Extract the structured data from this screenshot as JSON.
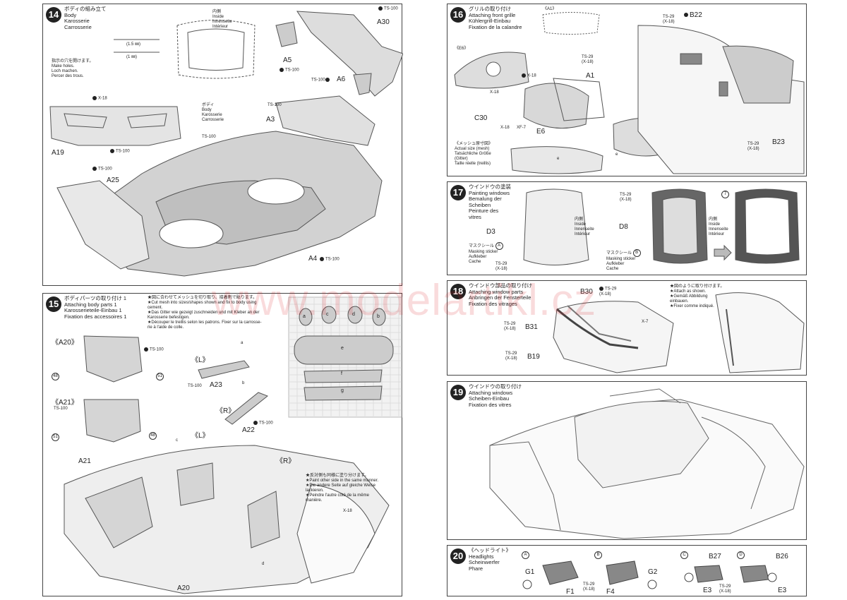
{
  "watermark": "www.modelartikl.cz",
  "steps": {
    "s14": {
      "num": "14",
      "title_jp": "ボディの組み立て",
      "title_en": "Body",
      "title_de": "Karosserie",
      "title_fr": "Carrosserie",
      "inside_jp": "内側",
      "inside_en": "Inside",
      "inside_de": "Innenseite",
      "inside_fr": "Intérieur",
      "hole1": "(1.5 ㎜)",
      "hole2": "(1 ㎜)",
      "holes_jp": "指示の穴を開けます。",
      "holes_en": "Make holes.",
      "holes_de": "Loch machen.",
      "holes_fr": "Percer des trous.",
      "body_jp": "ボディ",
      "body_en": "Body",
      "body_de": "Karosserie",
      "body_fr": "Carrosserie",
      "p_A30": "A30",
      "p_A5": "A5",
      "p_A6": "A6",
      "p_A3": "A3",
      "p_A19": "A19",
      "p_A25": "A25",
      "p_A4": "A4",
      "ts100": "TS-100",
      "x18": "X-18"
    },
    "s15": {
      "num": "15",
      "title_jp": "ボディパーツの取り付け 1",
      "title_en": "Attaching body parts 1",
      "title_de": "Karosserieteile-Einbau 1",
      "title_fr": "Fixation des accessoires 1",
      "note1_jp": "★図に合わせてメッシュを切り取り、接着剤で貼ります。",
      "note1_en": "★Cut mesh into sizes/shapes shown and fix to body using",
      "note1_en2": "cement.",
      "note1_de": "★Das Gitter wie gezeigt zuschneiden und mit Kleber an der",
      "note1_de2": "Karosserie befestigen.",
      "note1_fr": "★Découper le treillis selon les patrons. Fixer sur la carrosse-",
      "note1_fr2": "rie à l'aide de colle.",
      "p_A20": "《A20》",
      "p_A21": "《A21》",
      "p_A23": "A23",
      "p_A22": "A22",
      "p_A21b": "A21",
      "p_A20b": "A20",
      "L": "《L》",
      "R": "《R》",
      "ts100": "TS-100",
      "x18": "X-18",
      "m_a": "a",
      "m_b": "b",
      "m_c": "c",
      "m_d": "d",
      "m_e": "e",
      "m_f": "f",
      "m_g": "g",
      "n48": "48",
      "n51": "51",
      "note2_jp": "★反対側も同様に塗り分けます。",
      "note2_en": "★Paint other side in the same manner.",
      "note2_de": "★Die andere Seite auf gleiche Weise",
      "note2_de2": "lackieren.",
      "note2_fr": "★Peindre l'autre côté de la même",
      "note2_fr2": "manière."
    },
    "s16": {
      "num": "16",
      "title_jp": "グリルの取り付け",
      "title_en": "Attaching front grille",
      "title_de": "Kühlergrill-Einbau",
      "title_fr": "Fixation de la calandre",
      "p_A1": "A1",
      "p_A1b": "《A1》",
      "p_E6": "《E6》",
      "p_E6b": "E6",
      "p_C30": "C30",
      "p_B22": "B22",
      "p_B23": "B23",
      "ts29": "TS-29",
      "x18p": "(X-18)",
      "x18": "X-18",
      "xf7": "XF-7",
      "mesh_jp": "《メッシュ原寸図》",
      "mesh_en": "Actual size (mesh)",
      "mesh_de": "Tatsächliche Größe",
      "mesh_de2": "(Gitter)",
      "mesh_fr": "Taille réelle (treillis)",
      "m_e": "e"
    },
    "s17": {
      "num": "17",
      "title_jp": "ウインドウの塗装",
      "title_en": "Painting windows",
      "title_de": "Bemalung der",
      "title_de2": "Scheiben",
      "title_fr": "Peinture des",
      "title_fr2": "vitres",
      "p_D3": "D3",
      "p_D8": "D8",
      "inside_jp": "内側",
      "inside_en": "Inside",
      "inside_de": "Innenseite",
      "inside_fr": "Intérieur",
      "mask_jp": "マスクシール",
      "mask_A": "A",
      "mask_B": "B",
      "mask_en": "Masking sticker",
      "mask_de": "Aufkleber",
      "mask_fr": "Cache",
      "ts29": "TS-29",
      "x18p": "(X-18)",
      "n7": "7"
    },
    "s18": {
      "num": "18",
      "title_jp": "ウインドウ部品の取り付け",
      "title_en": "Attaching window parts",
      "title_de": "Anbringen der Fensterteile",
      "title_fr": "Fixation des vitrages",
      "p_B30": "B30",
      "p_B31": "B31",
      "p_B19": "B19",
      "ts29": "TS-29",
      "x18p": "(X-18)",
      "x7": "X-7",
      "note_jp": "★図のように取り付けます。",
      "note_en": "★Attach as shown.",
      "note_de": "★Gemäß Abbildung",
      "note_de2": "einbauen.",
      "note_fr": "★Fixer comme indiqué."
    },
    "s19": {
      "num": "19",
      "title_jp": "ウインドウの取り付け",
      "title_en": "Attaching windows",
      "title_de": "Scheiben-Einbau",
      "title_fr": "Fixation des vitres"
    },
    "s20": {
      "num": "20",
      "title_jp": "《ヘッドライト》",
      "title_en": "Headlights",
      "title_de": "Scheinwerfer",
      "title_fr": "Phare",
      "A": "A",
      "B": "B",
      "C": "C",
      "D": "D",
      "p_G1": "G1",
      "p_F1": "F1",
      "p_F4": "F4",
      "p_G2": "G2",
      "p_B27": "B27",
      "p_B26": "B26",
      "p_E3": "E3",
      "p_E3b": "E3",
      "ts29": "TS-29",
      "x18p": "(X-18)"
    }
  }
}
